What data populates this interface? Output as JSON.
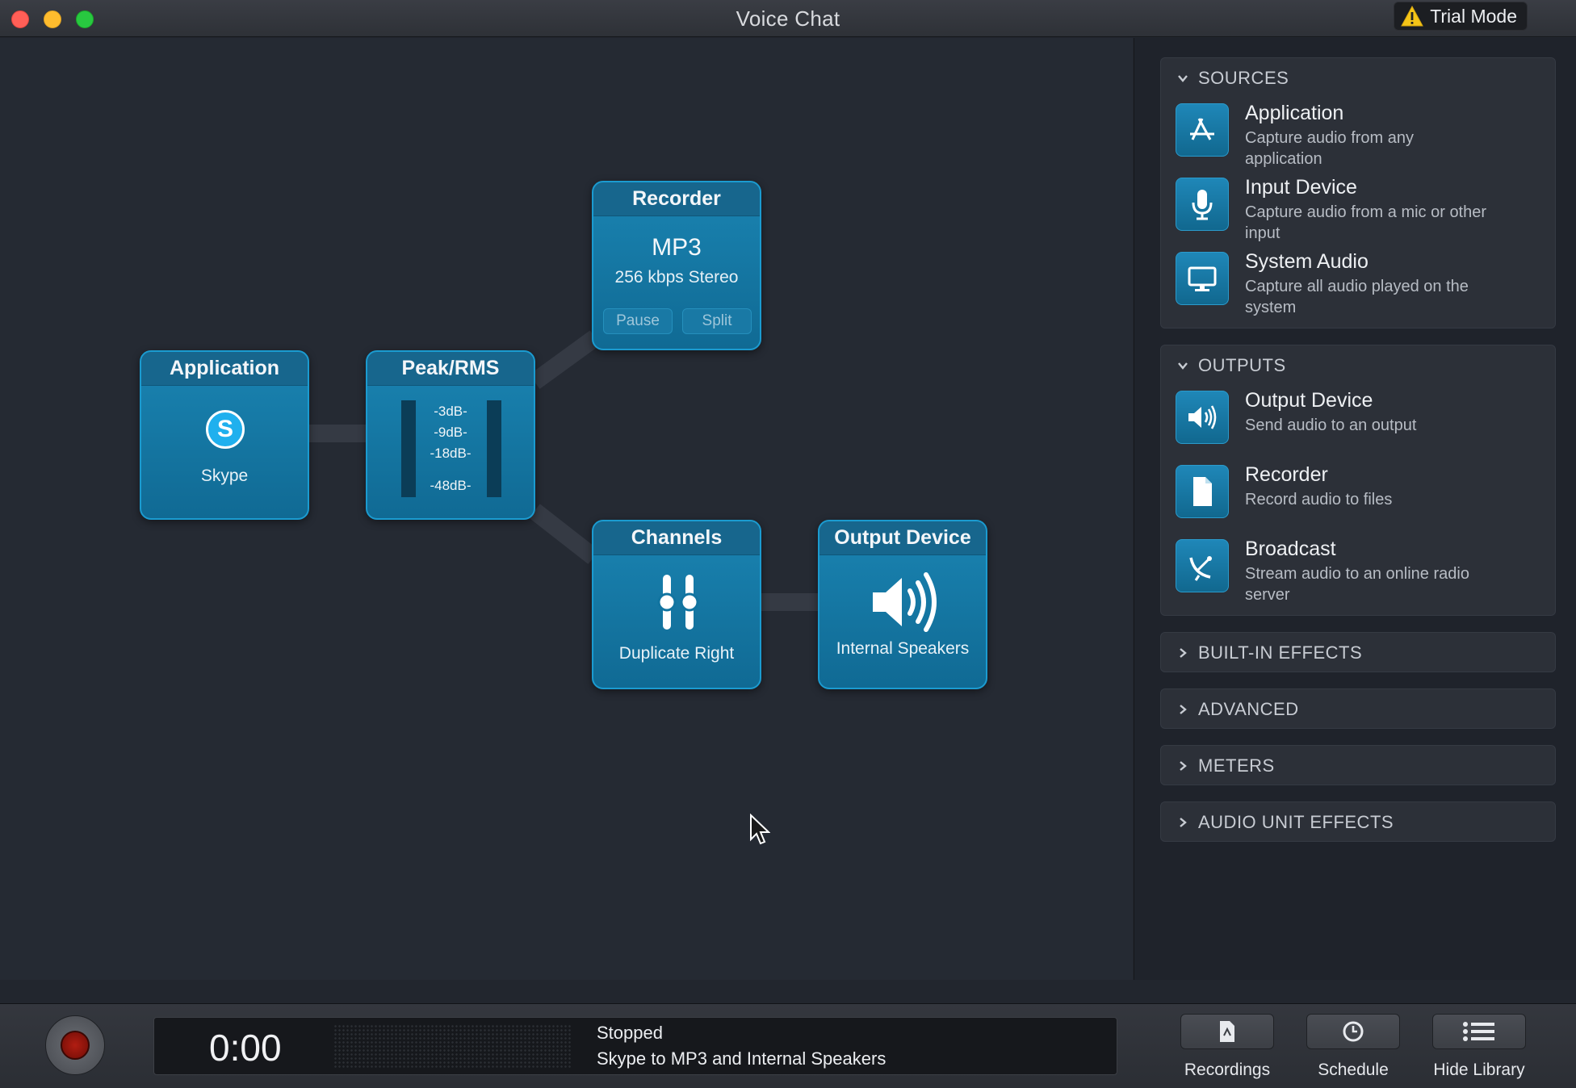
{
  "window": {
    "title": "Voice Chat",
    "trial_label": "Trial Mode"
  },
  "nodes": {
    "application": {
      "title": "Application",
      "label": "Skype",
      "icon_letter": "S"
    },
    "peak": {
      "title": "Peak/RMS",
      "scale": [
        "-3dB-",
        "-9dB-",
        "-18dB-",
        "-48dB-"
      ]
    },
    "recorder": {
      "title": "Recorder",
      "format": "MP3",
      "quality": "256 kbps Stereo",
      "pause_label": "Pause",
      "split_label": "Split"
    },
    "channels": {
      "title": "Channels",
      "label": "Duplicate Right"
    },
    "output": {
      "title": "Output Device",
      "label": "Internal Speakers"
    }
  },
  "library": {
    "sources": {
      "header": "SOURCES",
      "items": [
        {
          "name": "Application",
          "desc": "Capture audio from any application",
          "icon": "app-store-icon"
        },
        {
          "name": "Input Device",
          "desc": "Capture audio from a mic or other input",
          "icon": "microphone-icon"
        },
        {
          "name": "System Audio",
          "desc": "Capture all audio played on the system",
          "icon": "monitor-icon"
        }
      ]
    },
    "outputs": {
      "header": "OUTPUTS",
      "items": [
        {
          "name": "Output Device",
          "desc": "Send audio to an output",
          "icon": "speaker-icon"
        },
        {
          "name": "Recorder",
          "desc": "Record audio to files",
          "icon": "document-icon"
        },
        {
          "name": "Broadcast",
          "desc": "Stream audio to an online radio server",
          "icon": "satellite-dish-icon"
        }
      ]
    },
    "collapsed": [
      "BUILT-IN EFFECTS",
      "ADVANCED",
      "METERS",
      "AUDIO UNIT EFFECTS"
    ]
  },
  "status": {
    "time": "0:00",
    "state": "Stopped",
    "description": "Skype to MP3 and Internal Speakers"
  },
  "toolbar": {
    "recordings_label": "Recordings",
    "schedule_label": "Schedule",
    "hide_library_label": "Hide Library"
  },
  "colors": {
    "node_blue": "#1a84b2",
    "canvas": "#252a33",
    "record_red": "#b11d12"
  }
}
